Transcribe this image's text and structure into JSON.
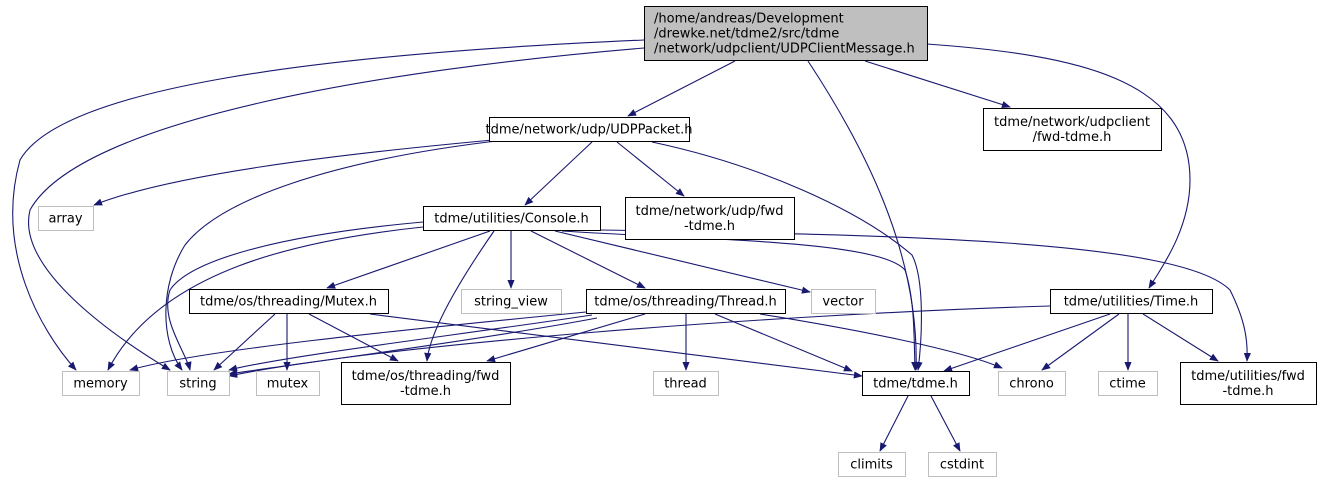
{
  "colors": {
    "edge": "#191970",
    "root_fill": "#bfbfbf",
    "node_border": "#000000",
    "external_border": "#bfbfbf",
    "background": "#ffffff"
  },
  "nodes": {
    "root": {
      "lines": [
        "/home/andreas/Development",
        "/drewke.net/tdme2/src/tdme",
        "/network/udpclient/UDPClientMessage.h"
      ]
    },
    "udppacket": {
      "lines": [
        "tdme/network/udp/UDPPacket.h"
      ]
    },
    "udpclient_fwd": {
      "lines": [
        "tdme/network/udpclient",
        "/fwd-tdme.h"
      ]
    },
    "array": {
      "lines": [
        "array"
      ]
    },
    "console": {
      "lines": [
        "tdme/utilities/Console.h"
      ]
    },
    "udp_fwd": {
      "lines": [
        "tdme/network/udp/fwd",
        "-tdme.h"
      ]
    },
    "mutex_h": {
      "lines": [
        "tdme/os/threading/Mutex.h"
      ]
    },
    "string_view": {
      "lines": [
        "string_view"
      ]
    },
    "thread_h": {
      "lines": [
        "tdme/os/threading/Thread.h"
      ]
    },
    "vector": {
      "lines": [
        "vector"
      ]
    },
    "time_h": {
      "lines": [
        "tdme/utilities/Time.h"
      ]
    },
    "memory": {
      "lines": [
        "memory"
      ]
    },
    "string": {
      "lines": [
        "string"
      ]
    },
    "mutex": {
      "lines": [
        "mutex"
      ]
    },
    "threading_fwd": {
      "lines": [
        "tdme/os/threading/fwd",
        "-tdme.h"
      ]
    },
    "thread": {
      "lines": [
        "thread"
      ]
    },
    "tdme_h": {
      "lines": [
        "tdme/tdme.h"
      ]
    },
    "chrono": {
      "lines": [
        "chrono"
      ]
    },
    "ctime": {
      "lines": [
        "ctime"
      ]
    },
    "utilities_fwd": {
      "lines": [
        "tdme/utilities/fwd",
        "-tdme.h"
      ]
    },
    "climits": {
      "lines": [
        "climits"
      ]
    },
    "cstdint": {
      "lines": [
        "cstdint"
      ]
    }
  }
}
